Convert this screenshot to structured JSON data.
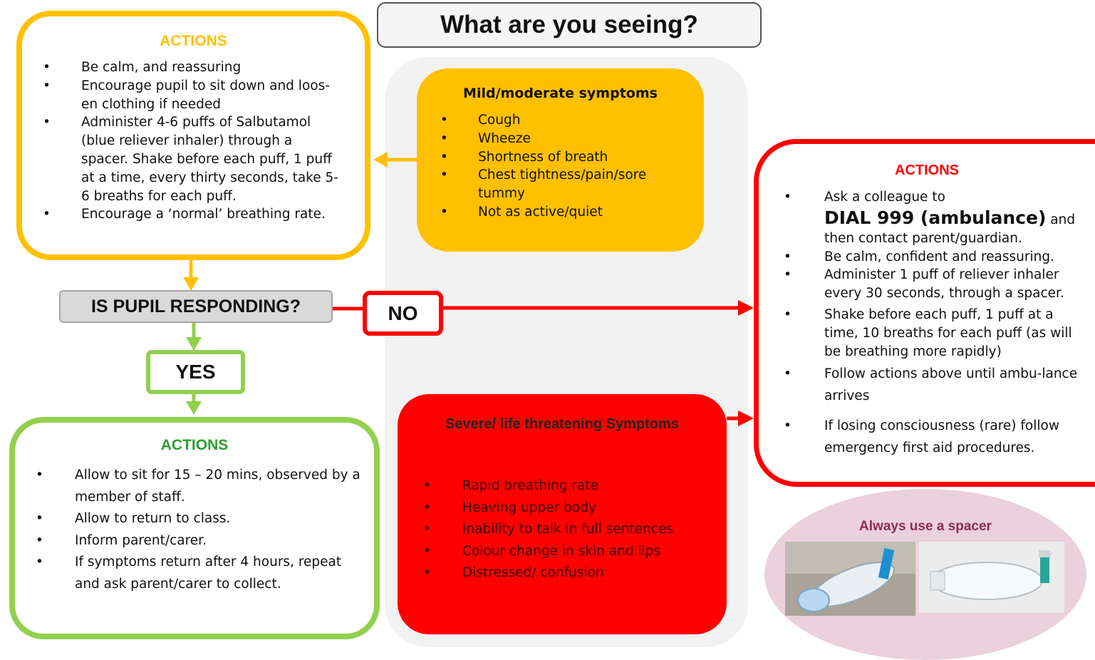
{
  "title": "What are you seeing?",
  "mild": {
    "title": "Mild/moderate symptoms",
    "items": [
      "Cough",
      "Wheeze",
      "Shortness of breath",
      "Chest tightness/pain/sore tummy",
      "Not as active/quiet"
    ]
  },
  "actions_mild": {
    "title": "ACTIONS",
    "items": [
      "Be calm, and reassuring",
      "Encourage pupil to sit down and loos-en clothing if needed",
      "Administer 4-6 puffs of Salbutamol (blue reliever inhaler) through a spacer.  Shake before each puff, 1 puff at a time, every thirty seconds, take 5-6 breaths for each puff.",
      "Encourage a ‘normal’ breathing rate."
    ]
  },
  "question": "IS PUPIL RESPONDING?",
  "no_label": "NO",
  "yes_label": "YES",
  "actions_yes": {
    "title": "ACTIONS",
    "items": [
      "Allow to sit for 15 – 20 mins, observed by a member of staff.",
      "Allow to return to class.",
      "Inform parent/carer.",
      "If symptoms return after 4 hours, repeat and ask parent/carer to collect."
    ]
  },
  "severe": {
    "title": "Severe/ life threatening Symptoms",
    "items": [
      "Rapid breathing rate",
      "Heaving upper body",
      "Inability to talk in full sentences",
      "Colour change in skin and lips",
      "Distressed/ confusion"
    ]
  },
  "actions_emergency": {
    "title": "ACTIONS",
    "item1_pre": "Ask a colleague to",
    "item1_big": "DIAL 999 (ambulance)",
    "item1_and": " and",
    "item1_post": "then contact parent/guardian.",
    "items": [
      "Be calm, confident and reassuring.",
      "Administer 1 puff of reliever inhaler every 30 seconds, through a spacer.",
      "Shake before each puff, 1 puff at a time, 10 breaths for each puff (as will be breathing more rapidly)",
      "Follow actions above until ambu-lance arrives"
    ],
    "last_item": "If losing consciousness (rare) follow emergency first aid procedures."
  },
  "spacer": {
    "label": "Always use a spacer"
  },
  "colors": {
    "amber": "#ffc000",
    "red": "#ff0000",
    "green": "#92d050",
    "green_text": "#2e9e30",
    "spacer_bg": "#ead1dc"
  }
}
